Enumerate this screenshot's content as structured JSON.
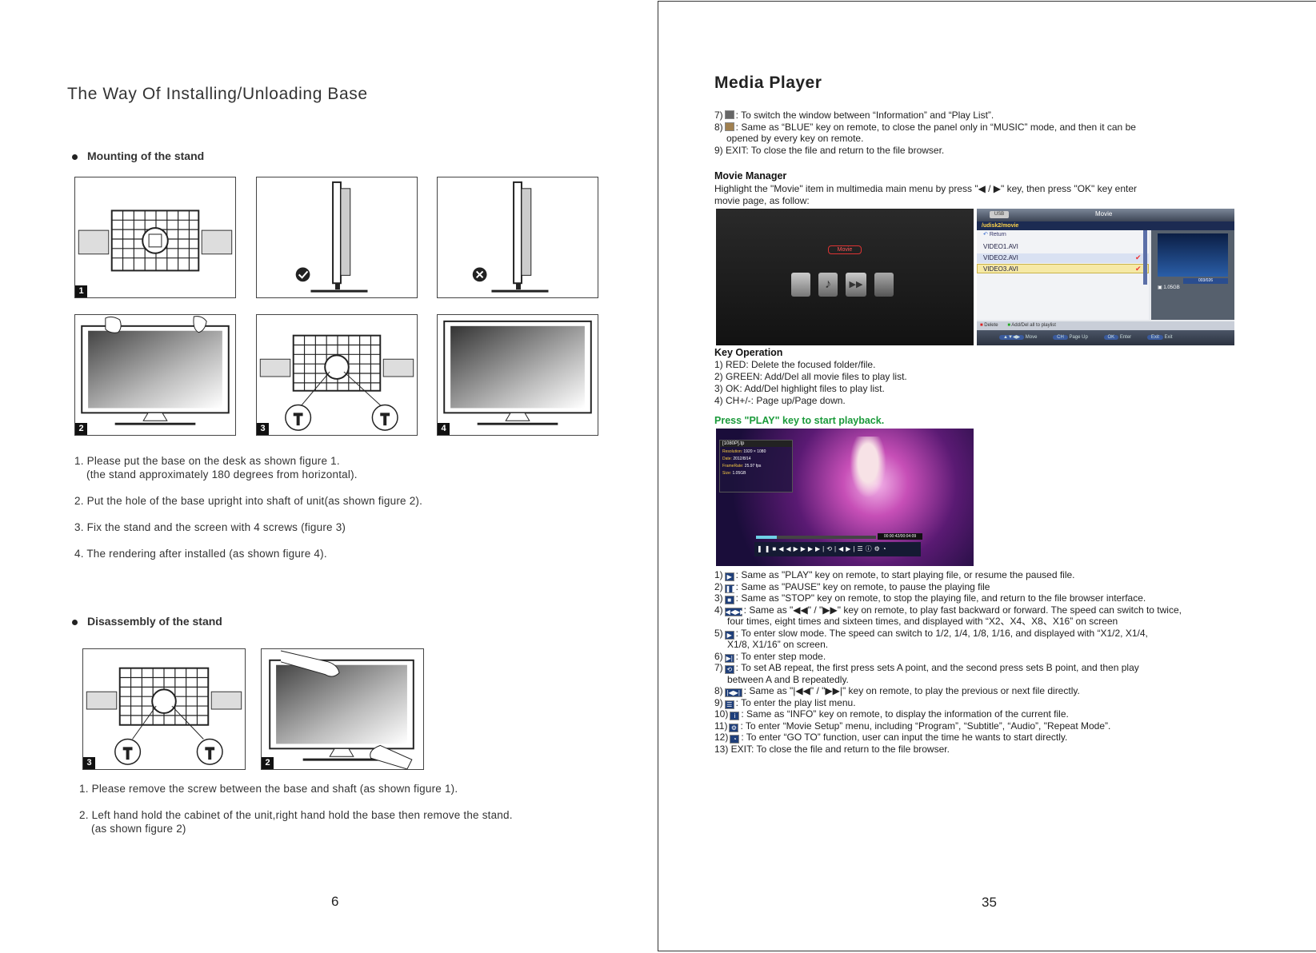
{
  "left": {
    "title": "The Way Of Installing/Unloading Base",
    "mounting_head": "Mounting of the stand",
    "figure_numbers": [
      "1",
      "2",
      "3",
      "4"
    ],
    "steps": [
      "1. Please put the base on the desk as shown figure 1.",
      "(the stand approximately 180 degrees from horizontal).",
      "2. Put the hole of the base upright into shaft of unit(as shown figure 2).",
      "3. Fix the stand and the screen with 4 screws (figure 3)",
      "4. The rendering after installed (as shown figure 4)."
    ],
    "disassembly_head": "Disassembly of the stand",
    "dis_figure_numbers": [
      "3",
      "2"
    ],
    "dis_steps": [
      "1. Please remove the screw between the base and shaft (as shown figure 1).",
      "2. Left hand hold the cabinet of the unit,right hand hold the base then remove the stand.",
      "(as shown figure 2)"
    ],
    "page_number": "6"
  },
  "right": {
    "title": "Media Player",
    "intro_lines": [
      ": To switch the window between “Information” and “Play List”.",
      ": Same as “BLUE” key on remote, to close the panel only in “MUSIC” mode, and then it can be",
      "opened by every key on remote.",
      "9) EXIT: To close the file and return to the file browser."
    ],
    "intro_prefix": [
      "7)",
      "8)"
    ],
    "movie_manager_head": "Movie Manager",
    "movie_manager_lines": [
      "Highlight the \"Movie\" item in multimedia main menu by press \"◀ / ▶\" key, then press \"OK\" key enter",
      "movie page, as follow:"
    ],
    "screen1": {
      "movie_label": "Movie"
    },
    "screen2": {
      "header": "Movie",
      "usb": "USB",
      "path": "/udisk2/movie",
      "items": [
        "Return",
        "VIDEO1.AVI",
        "VIDEO2.AVI",
        "VIDEO3.AVI"
      ],
      "size": "1.05GB",
      "counter": "003/026",
      "footer_delete": "Delete",
      "footer_add": "Add/Del all to playlist",
      "nav": [
        "Move",
        "Page Up",
        "Enter",
        "Exit"
      ]
    },
    "key_operation_head": "Key Operation",
    "key_operation": [
      "1) RED: Delete the focused folder/file.",
      "2) GREEN: Add/Del all movie files to play list.",
      "3) OK: Add/Del highlight files to play list.",
      "4) CH+/-: Page up/Page down."
    ],
    "press_play": "Press \"PLAY\" key to start playback.",
    "playback": {
      "filename": "[1080P].tp",
      "info_labels": [
        "Resolution:",
        "Date:",
        "FrameRate:",
        "Size:"
      ],
      "info_values": [
        "1920 × 1080",
        "2012/8/14",
        "25.97 fps",
        "1.05GB"
      ],
      "time": "00:00:42/00:04:09"
    },
    "controls": [
      {
        "pre": "1)",
        "text": ": Same as \"PLAY\" key on remote, to start playing file, or resume the paused file."
      },
      {
        "pre": "2)",
        "text": ": Same as \"PAUSE\" key on remote, to pause the playing file"
      },
      {
        "pre": "3)",
        "text": ": Same as \"STOP\" key on remote, to stop the playing file, and return to the file browser interface."
      },
      {
        "pre": "4)",
        "text": ": Same as \"◀◀\" / \"▶▶\" key on remote, to play fast backward or forward. The speed can switch to twice,"
      },
      {
        "pre": "",
        "text": "four times, eight times and sixteen times, and displayed with “X2、X4、X8、X16” on screen"
      },
      {
        "pre": "5)",
        "text": ": To enter slow mode. The speed can switch to 1/2, 1/4, 1/8, 1/16, and displayed with “X1/2, X1/4,"
      },
      {
        "pre": "",
        "text": "X1/8, X1/16” on screen."
      },
      {
        "pre": "6)",
        "text": ": To enter step mode."
      },
      {
        "pre": "7)",
        "text": ": To set AB repeat, the first press sets A point, and the second press sets B point, and then play"
      },
      {
        "pre": "",
        "text": "between A and B repeatedly."
      },
      {
        "pre": "8)",
        "text": ": Same as \"|◀◀\" / \"▶▶|\" key on remote, to play the previous or next file directly."
      },
      {
        "pre": "9)",
        "text": ": To enter the play list menu."
      },
      {
        "pre": "10)",
        "text": ": Same as “INFO” key on remote, to display the information of the current file."
      },
      {
        "pre": "11)",
        "text": ": To enter “Movie Setup” menu, including “Program”, “Subtitle”, “Audio”, \"Repeat Mode”."
      },
      {
        "pre": "12)",
        "text": ": To enter “GO TO” function, user can input the time he wants to start directly."
      },
      {
        "pre": "",
        "text": "13) EXIT: To close the file and return to the file browser."
      }
    ],
    "page_number": "35"
  }
}
